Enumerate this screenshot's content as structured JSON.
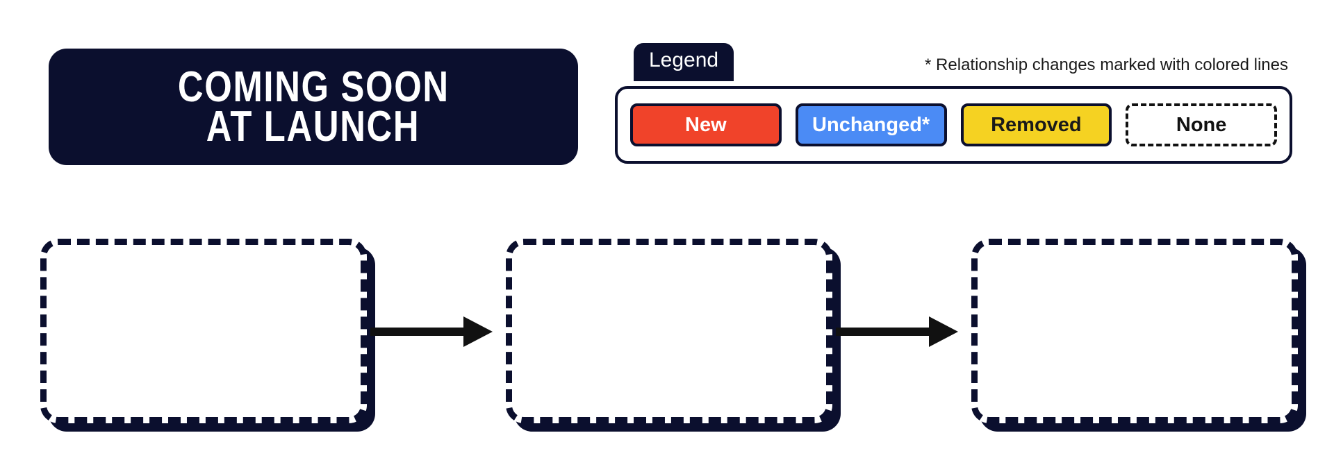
{
  "banner": {
    "line1": "COMING SOON",
    "line2": "AT LAUNCH",
    "background": "#0b0f2e",
    "text_color": "#ffffff"
  },
  "legend": {
    "tab_label": "Legend",
    "note": "* Relationship changes marked with colored lines",
    "items": [
      {
        "label": "New",
        "color": "#f0432a",
        "text_color": "#ffffff",
        "style": "solid"
      },
      {
        "label": "Unchanged*",
        "color": "#4b8bf5",
        "text_color": "#ffffff",
        "style": "solid"
      },
      {
        "label": "Removed",
        "color": "#f5d222",
        "text_color": "#1a1a1a",
        "style": "solid"
      },
      {
        "label": "None",
        "color": "#ffffff",
        "text_color": "#111111",
        "style": "dashed"
      }
    ]
  },
  "flow": {
    "nodes": [
      {
        "label": "",
        "style": "dashed"
      },
      {
        "label": "",
        "style": "dashed"
      },
      {
        "label": "",
        "style": "dashed"
      }
    ],
    "connectors": [
      {
        "label": "",
        "direction": "right"
      },
      {
        "label": "",
        "direction": "right"
      }
    ]
  },
  "colors": {
    "ink": "#0b0f2e",
    "arrow": "#111111",
    "background": "#ffffff"
  }
}
